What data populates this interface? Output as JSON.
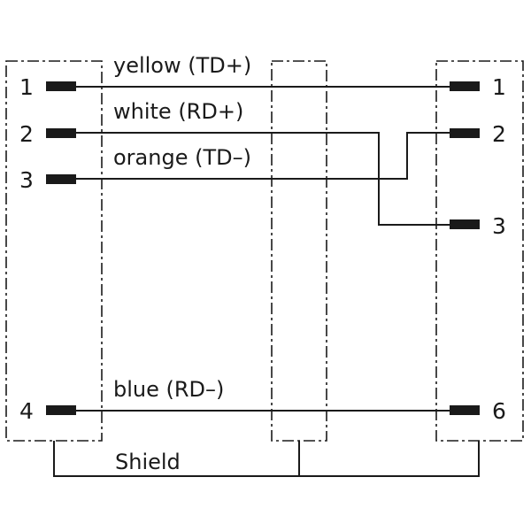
{
  "left_connector": {
    "pins": [
      "1",
      "2",
      "3",
      "4"
    ]
  },
  "right_connector": {
    "pins": [
      "1",
      "2",
      "3",
      "6"
    ]
  },
  "wires": [
    {
      "label": "yellow (TD+)",
      "from": "1",
      "to": "1"
    },
    {
      "label": "white (RD+)",
      "from": "2",
      "to": "3"
    },
    {
      "label": "orange (TD–)",
      "from": "3",
      "to": "2"
    },
    {
      "label": "blue (RD–)",
      "from": "4",
      "to": "6"
    }
  ],
  "shield": {
    "label": "Shield"
  }
}
